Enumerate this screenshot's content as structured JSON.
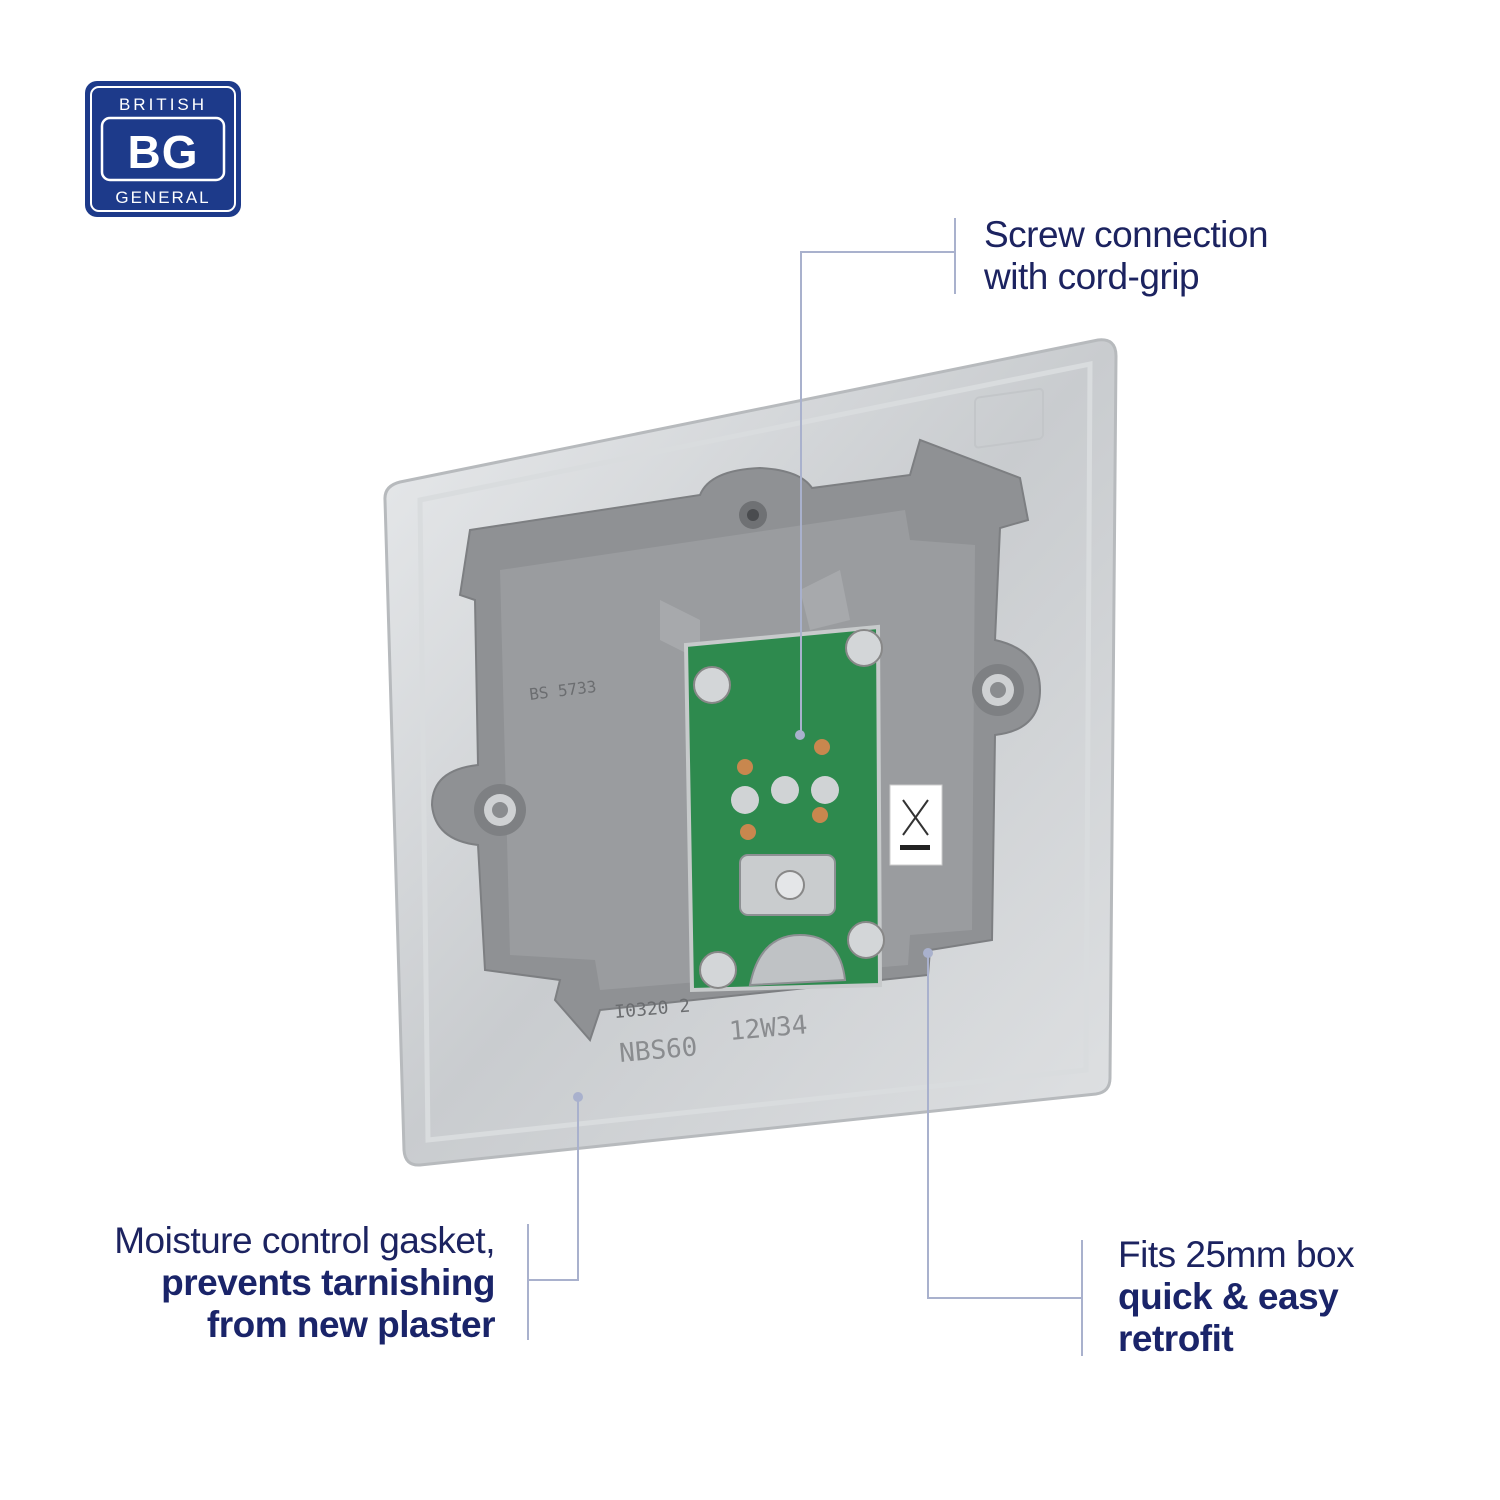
{
  "brand": {
    "logo_top": "BRITISH",
    "logo_mid": "BG",
    "logo_bottom": "GENERAL",
    "color": "#1d3a8a"
  },
  "callouts": [
    {
      "lines": [
        "Screw connection",
        "with cord-grip"
      ],
      "bold_lines": []
    },
    {
      "lines": [
        "Moisture control gasket,"
      ],
      "bold_lines": [
        "prevents tarnishing",
        "from new plaster"
      ]
    },
    {
      "lines": [
        "Fits 25mm box"
      ],
      "bold_lines": [
        "quick & easy",
        "retrofit"
      ]
    }
  ],
  "product": {
    "markings": [
      "BS 5733",
      "I0320 2",
      "NBS60",
      "12W34"
    ]
  },
  "colors": {
    "text": "#1c2360",
    "bold_text": "#1a2469",
    "leader_line": "#a9b1cd",
    "pcb": "#2e8a4e",
    "housing": "#8f9194"
  }
}
